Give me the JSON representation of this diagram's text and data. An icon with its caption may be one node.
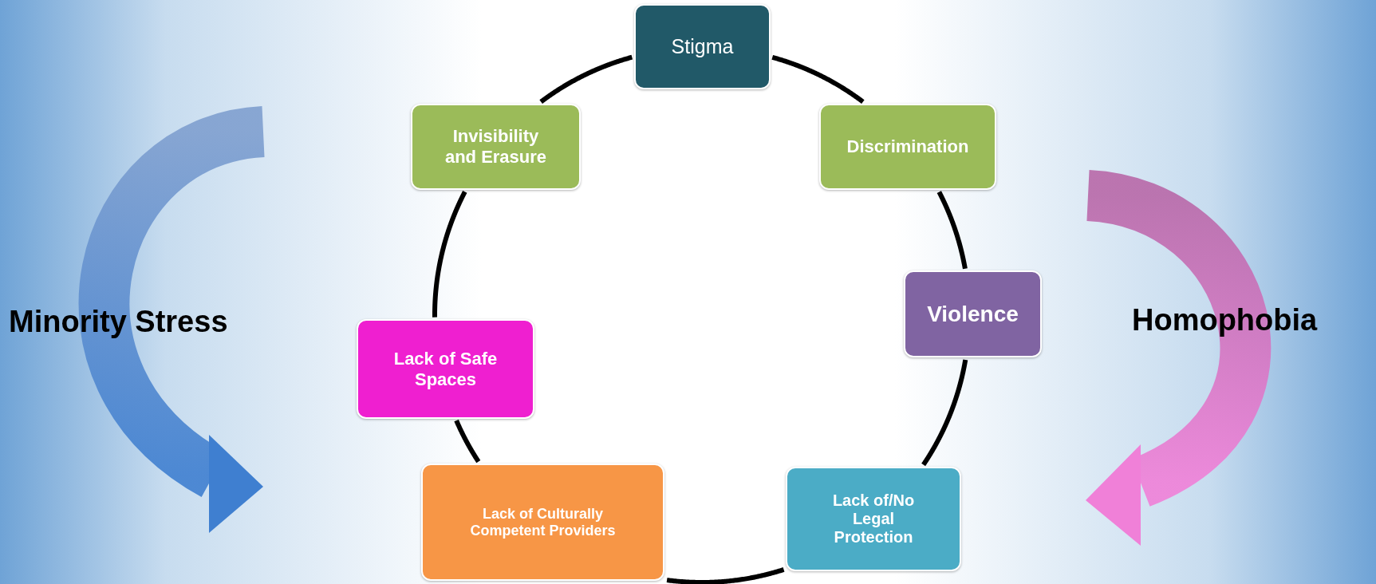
{
  "diagram": {
    "nodes": [
      {
        "text": [
          "Stigma"
        ]
      },
      {
        "text": [
          "Discrimination"
        ]
      },
      {
        "text": [
          "Violence"
        ]
      },
      {
        "text": [
          "Lack of/No Legal Protection"
        ]
      },
      {
        "text": [
          "Lack of Culturally Competent Providers"
        ]
      },
      {
        "text": [
          "Lack of Safe Spaces"
        ]
      },
      {
        "text": [
          "Invisibility and Erasure"
        ]
      }
    ],
    "edges": [
      {
        "from": 0,
        "to": 1,
        "arrow": "none"
      },
      {
        "from": 1,
        "to": 2,
        "arrow": "none"
      },
      {
        "from": 2,
        "to": 3,
        "arrow": "none"
      },
      {
        "from": 3,
        "to": 4,
        "arrow": "none"
      },
      {
        "from": 4,
        "to": 5,
        "arrow": "none"
      },
      {
        "from": 5,
        "to": 6,
        "arrow": "none"
      },
      {
        "from": 6,
        "to": 0,
        "arrow": "none"
      }
    ],
    "labels": [
      "Minority Stress",
      "Homophobia"
    ]
  }
}
